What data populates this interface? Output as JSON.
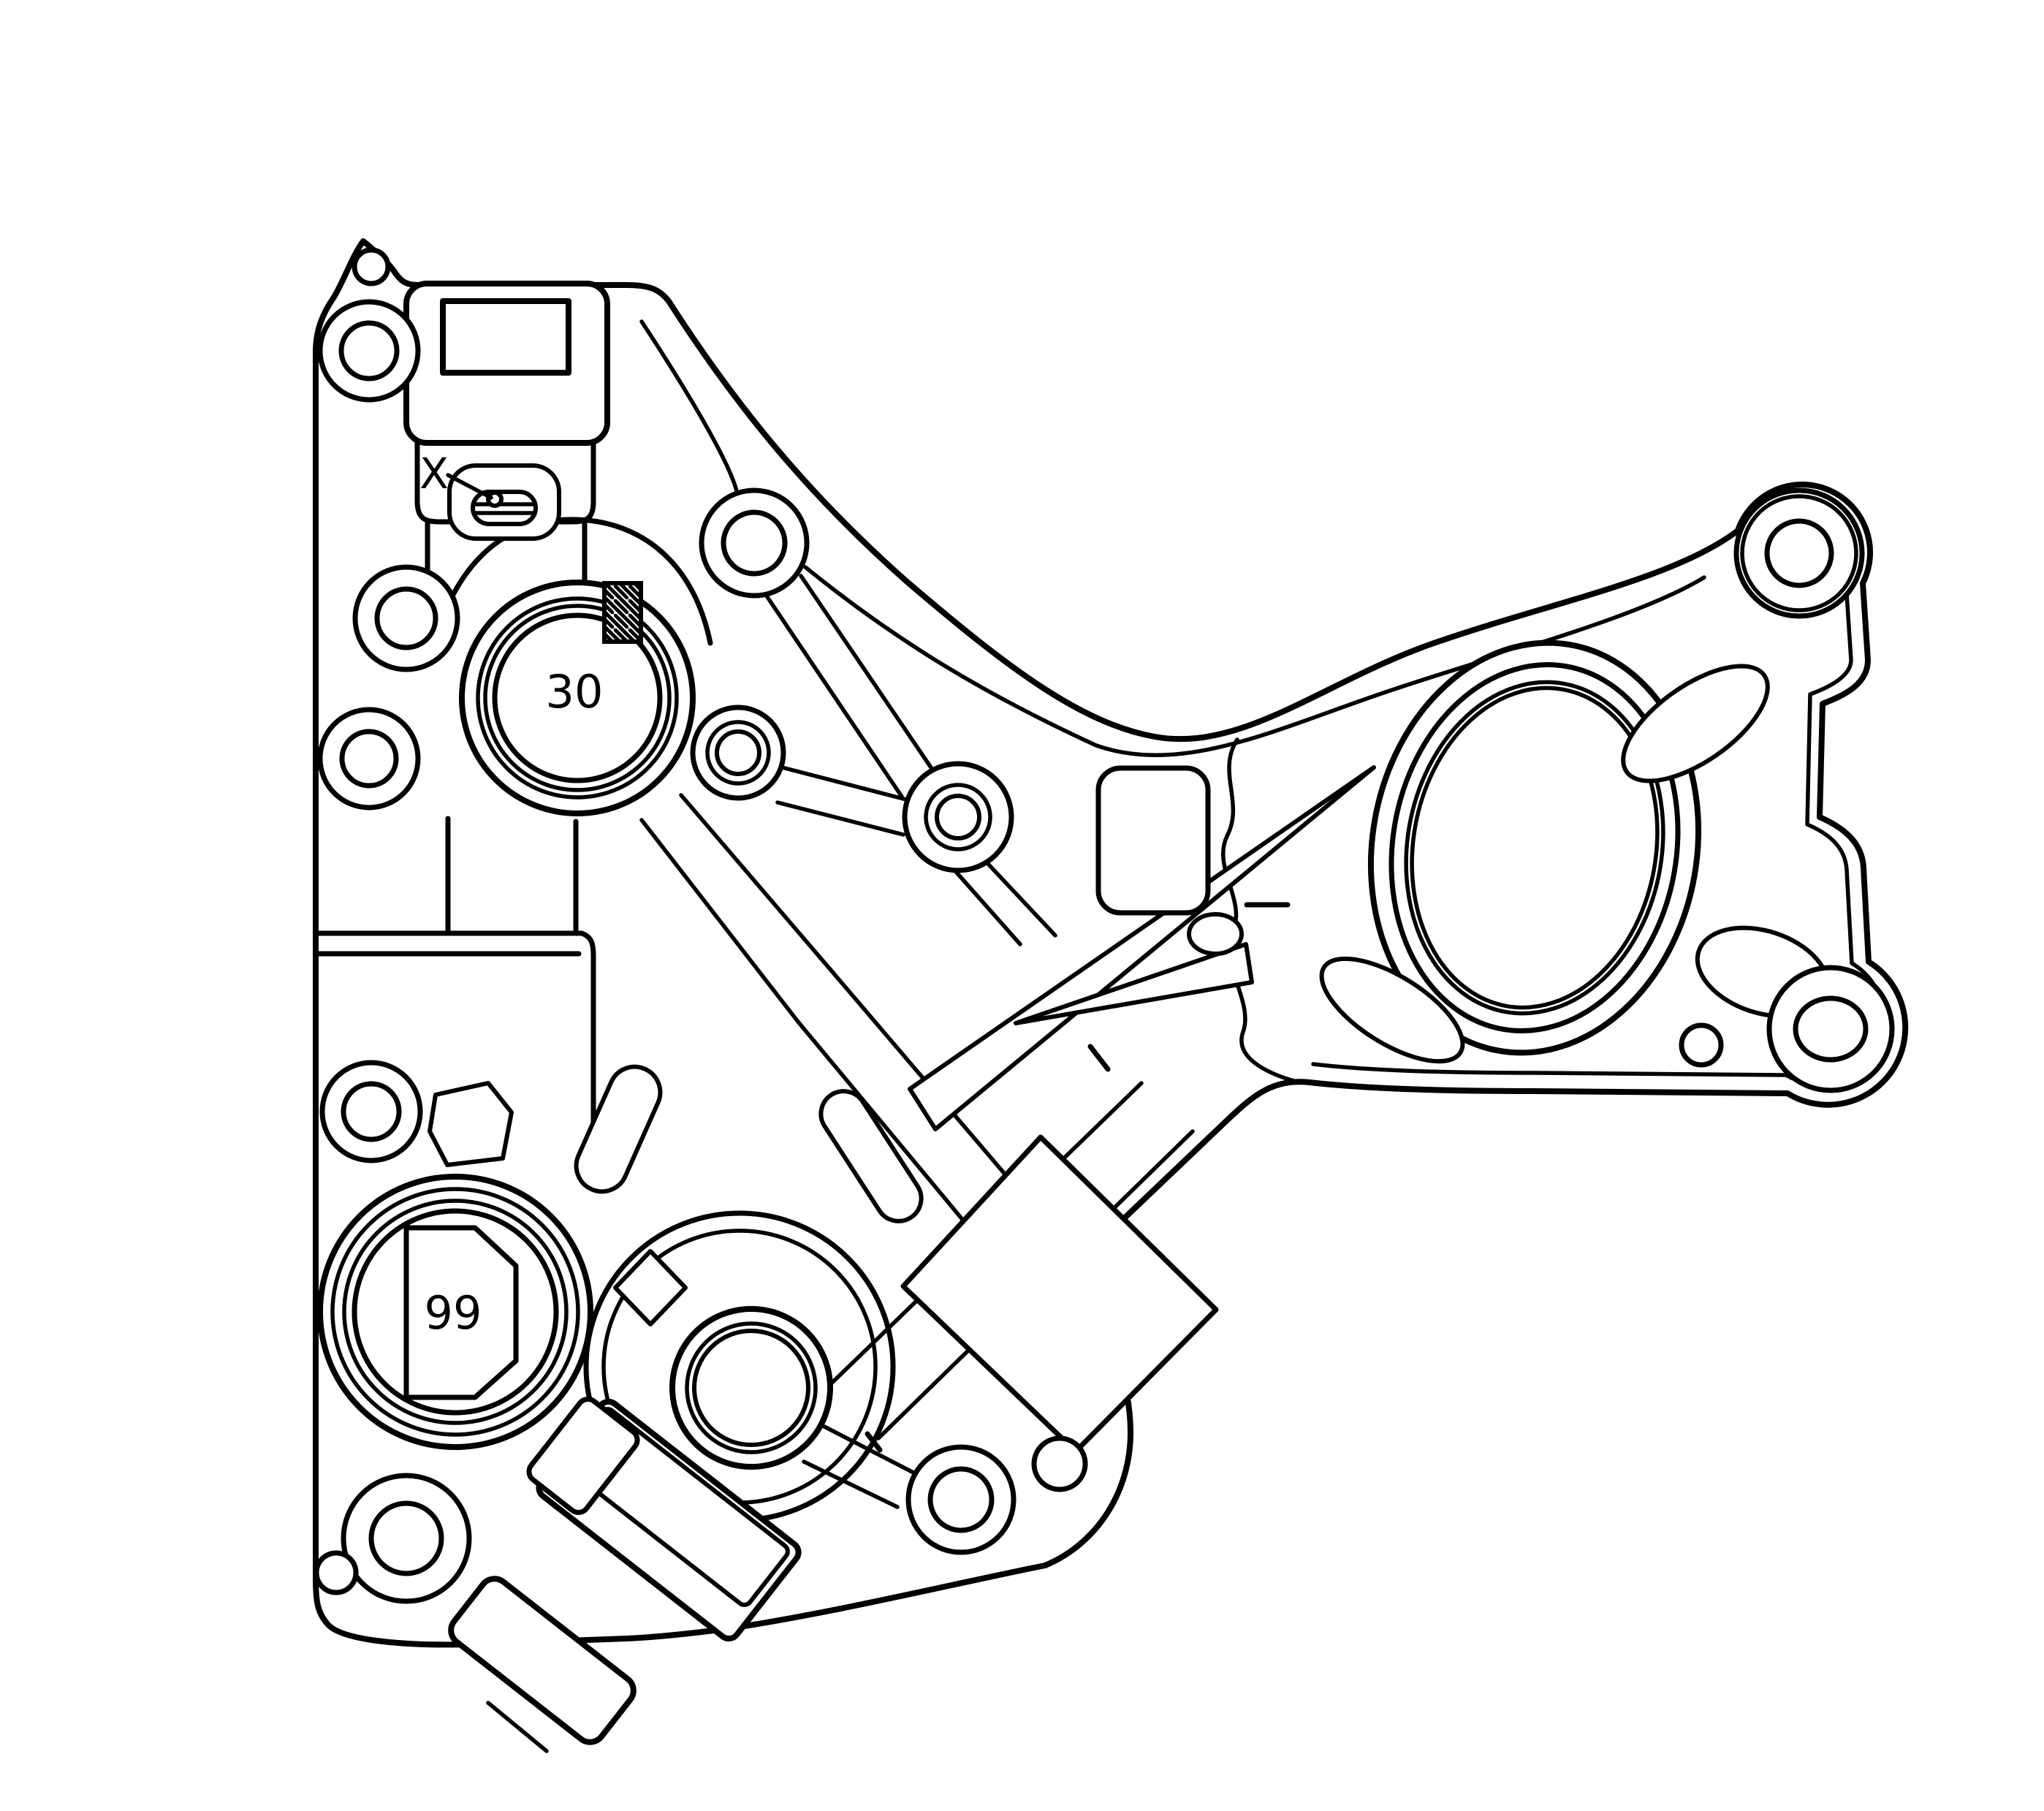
{
  "page": {
    "background_color": "#ffffff",
    "line_color": "#000000"
  },
  "diagram": {
    "kind": "engine-front-cover-technical-line-drawing",
    "labels": {
      "surface_marker": "X",
      "upper_port": "30",
      "lower_port": "99"
    },
    "icons": {
      "position_marker": "diagonal-hatch-rectangle-icon"
    }
  }
}
